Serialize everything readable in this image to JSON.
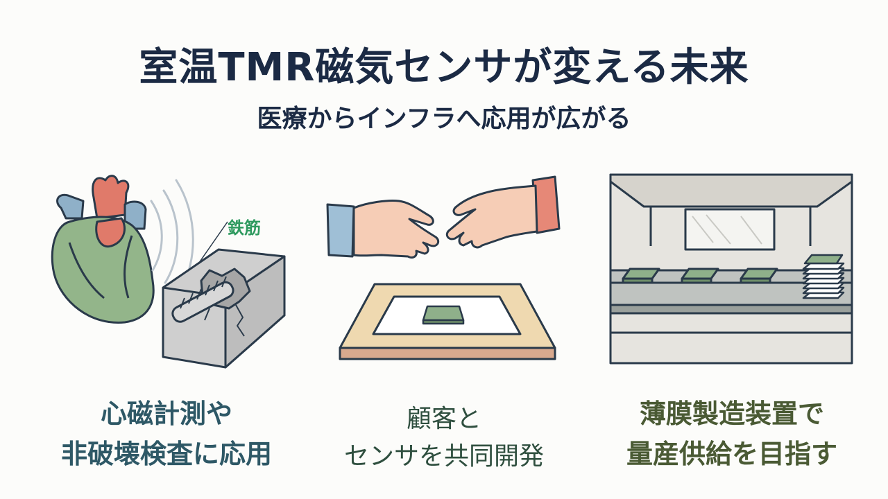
{
  "header": {
    "title": "室温TMR磁気センサが変える未来",
    "subtitle": "医療からインフラへ応用が広がる"
  },
  "panels": [
    {
      "label": "鉄筋",
      "caption_lines": [
        "心磁計測や",
        "非破壊検査に応用"
      ]
    },
    {
      "caption_lines": [
        "顧客と",
        "センサを共同開発"
      ]
    },
    {
      "caption_lines": [
        "薄膜製造装置で",
        "量産供給を目指す"
      ]
    }
  ],
  "colors": {
    "title": "#1b2a44",
    "heart_green": "#93b58a",
    "heart_red": "#e07a6a",
    "vessel_blue": "#8fb0c8",
    "concrete": "#cfcfcf",
    "rebar_label": "#2f9a5f",
    "sleeve_blue": "#9fbfd6",
    "sleeve_red": "#e68877",
    "skin": "#f6cdb6",
    "tray": "#efd9b0",
    "chip": "#8fb08a",
    "factory_gray": "#e6e4df"
  }
}
